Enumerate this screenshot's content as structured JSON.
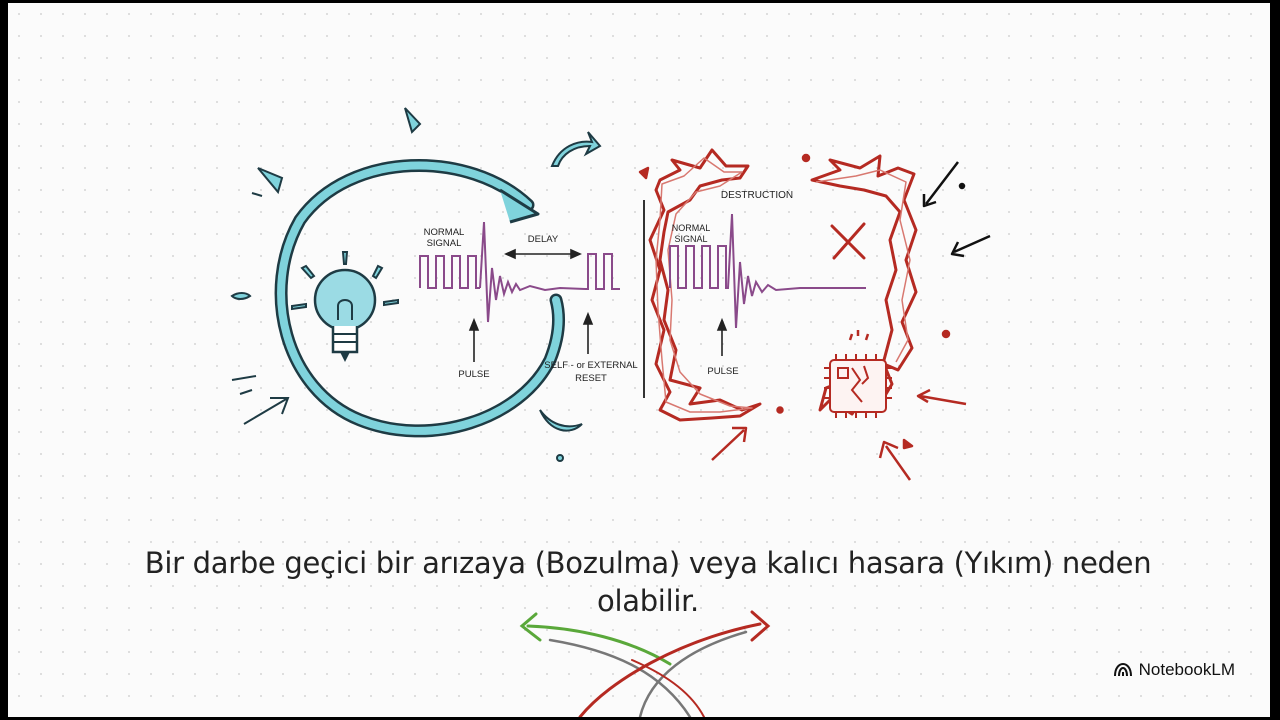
{
  "left_panel": {
    "normal_signal_line1": "NORMAL",
    "normal_signal_line2": "SIGNAL",
    "delay": "DELAY",
    "pulse": "PULSE",
    "reset_line1": "SELF - or EXTERNAL",
    "reset_line2": "RESET"
  },
  "right_panel": {
    "destruction": "DESTRUCTION",
    "normal_signal_line1": "NORMAL",
    "normal_signal_line2": "SIGNAL",
    "pulse": "PULSE"
  },
  "caption": "Bir darbe geçici bir arızaya (Bozulma) veya kalıcı hasara (Yıkım) neden olabilir.",
  "brand": "NotebookLM",
  "colors": {
    "cycle_teal": "#3b9fb0",
    "waveform_purple": "#8a4a8a",
    "destruction_red": "#b52a22",
    "arrow_green": "#5aa83a",
    "arrow_gray": "#777777"
  }
}
